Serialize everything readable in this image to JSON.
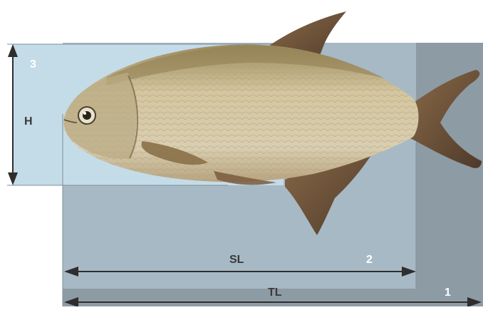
{
  "diagram": {
    "labels": {
      "height": "H",
      "standard_length": "SL",
      "total_length": "TL",
      "marker_1": "1",
      "marker_2": "2",
      "marker_3": "3"
    },
    "colors": {
      "background": "#ffffff",
      "height_zone": "#c4dbe8",
      "sl_zone": "#a7b9c5",
      "tl_zone": "#8d9ba5",
      "arrow": "#2e2e2e",
      "fish_body": "#c9bb92",
      "fish_back": "#8f7d50",
      "fin": "#7a5a3e"
    }
  }
}
